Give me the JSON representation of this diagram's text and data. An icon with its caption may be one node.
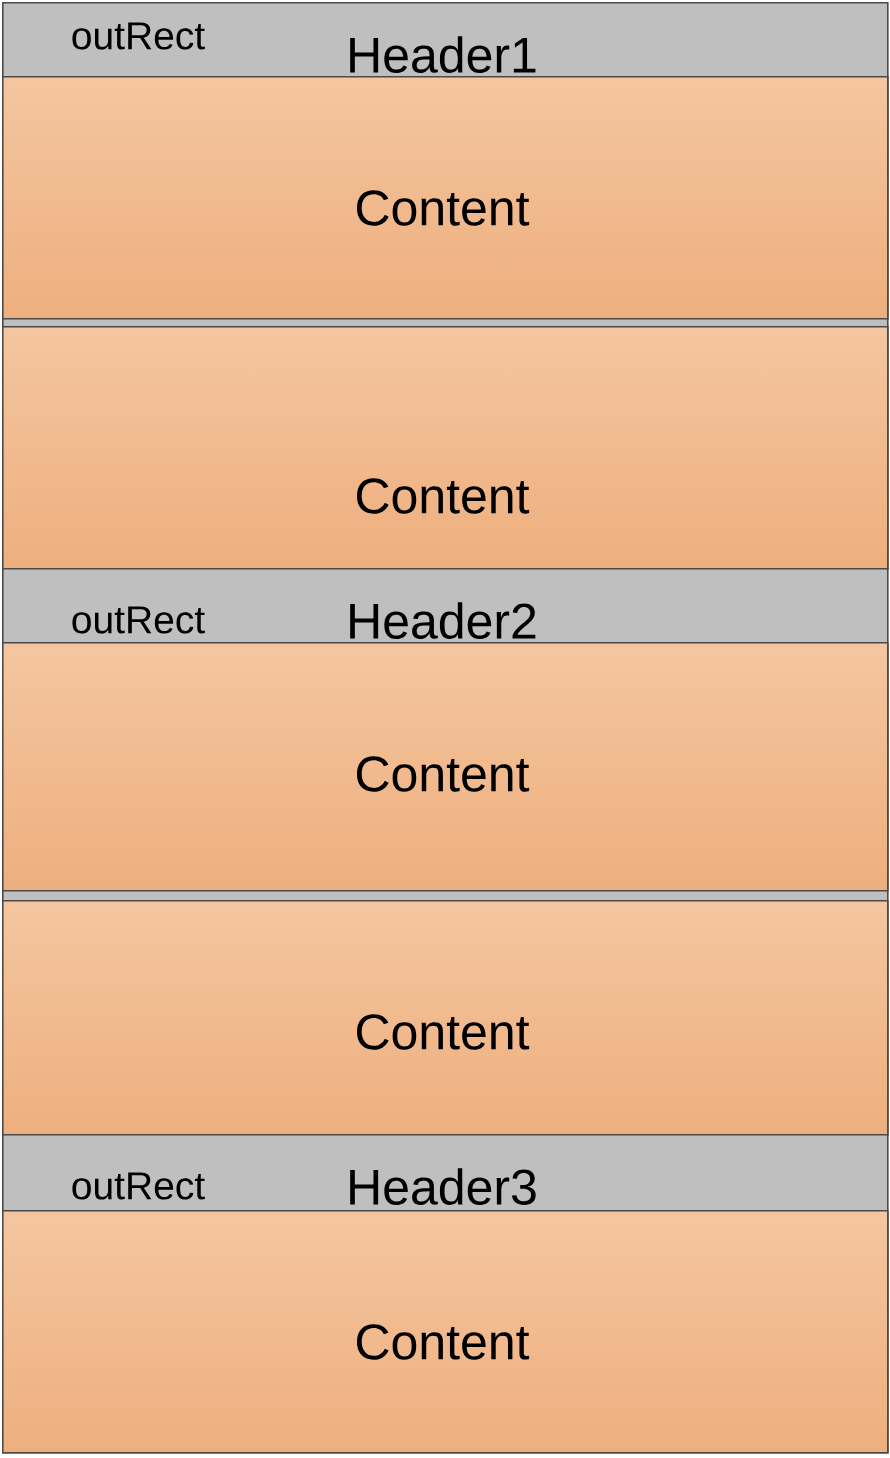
{
  "diagram": {
    "nodes": [
      {
        "text": [
          "outRect",
          "Header1"
        ]
      },
      {
        "text": [
          "Content"
        ],
        "in": 0
      },
      {
        "text": [
          "Content"
        ],
        "in": 0
      },
      {
        "text": [
          "outRect",
          "Header2"
        ]
      },
      {
        "text": [
          "Content"
        ],
        "in": 3
      },
      {
        "text": [
          "Content"
        ],
        "in": 3
      },
      {
        "text": [
          "outRect",
          "Header3"
        ]
      },
      {
        "text": [
          "Content"
        ],
        "in": 6
      }
    ]
  }
}
